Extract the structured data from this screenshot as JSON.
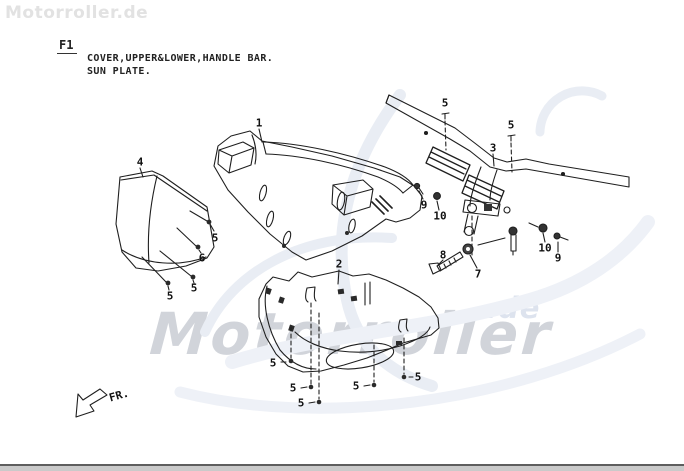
{
  "header": {
    "brand_watermark": "Motorroller.de",
    "figure_code": "F1",
    "title_lines": [
      "COVER,UPPER&LOWER,HANDLE BAR.",
      "SUN PLATE."
    ]
  },
  "watermark": {
    "word": "Motorroller",
    "tld": ".de"
  },
  "direction": {
    "label": "FR."
  },
  "callouts": [
    {
      "n": "1"
    },
    {
      "n": "2"
    },
    {
      "n": "3"
    },
    {
      "n": "4"
    },
    {
      "n": "5"
    },
    {
      "n": "5"
    },
    {
      "n": "5"
    },
    {
      "n": "5"
    },
    {
      "n": "5"
    },
    {
      "n": "5"
    },
    {
      "n": "5"
    },
    {
      "n": "5"
    },
    {
      "n": "5"
    },
    {
      "n": "5"
    },
    {
      "n": "6"
    },
    {
      "n": "7"
    },
    {
      "n": "8"
    },
    {
      "n": "9"
    },
    {
      "n": "9"
    },
    {
      "n": "10"
    },
    {
      "n": "10"
    }
  ],
  "colors": {
    "line": "#1f1f1f",
    "brand_gray": "#e2e2e2",
    "watermark_gray": "#c9cdd4",
    "watermark_blue": "#dde3ee",
    "swoosh_blue": "#e9edf4"
  }
}
